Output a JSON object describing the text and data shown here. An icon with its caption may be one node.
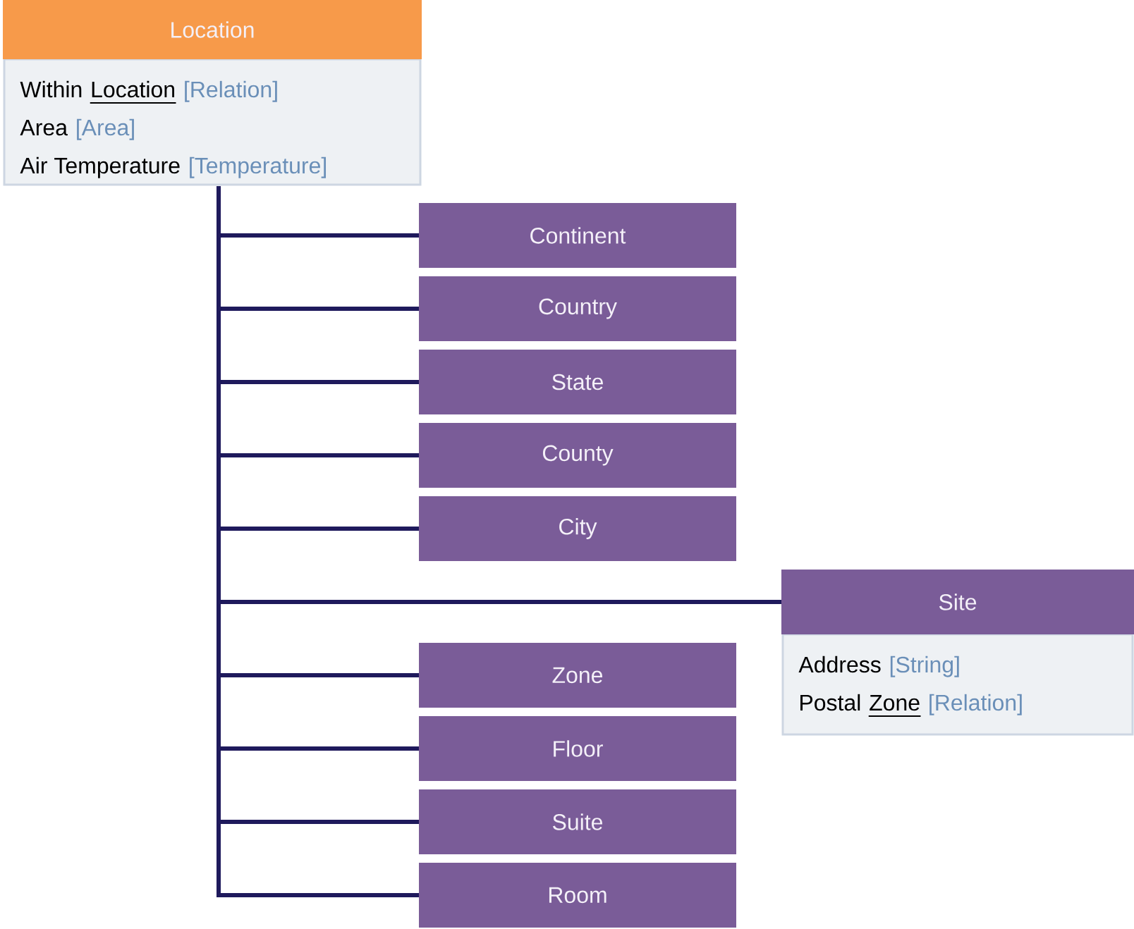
{
  "diagram": {
    "nodes": [
      {
        "text": [
          "Location",
          "Within",
          "Location",
          "[Relation]",
          "Area",
          "[Area]",
          "Air Temperature",
          "[Temperature]"
        ]
      },
      {
        "text": [
          "Continent"
        ]
      },
      {
        "text": [
          "Country"
        ]
      },
      {
        "text": [
          "State"
        ]
      },
      {
        "text": [
          "County"
        ]
      },
      {
        "text": [
          "City"
        ]
      },
      {
        "text": [
          "Site",
          "Address",
          "[String]",
          "Postal",
          "Zone",
          "[Relation]"
        ]
      },
      {
        "text": [
          "Zone"
        ]
      },
      {
        "text": [
          "Floor"
        ]
      },
      {
        "text": [
          "Suite"
        ]
      },
      {
        "text": [
          "Room"
        ]
      }
    ],
    "edges": [
      {
        "from": 0,
        "to": 1,
        "arrow": "none"
      },
      {
        "from": 0,
        "to": 2,
        "arrow": "none"
      },
      {
        "from": 0,
        "to": 3,
        "arrow": "none"
      },
      {
        "from": 0,
        "to": 4,
        "arrow": "none"
      },
      {
        "from": 0,
        "to": 5,
        "arrow": "none"
      },
      {
        "from": 0,
        "to": 6,
        "arrow": "none"
      },
      {
        "from": 0,
        "to": 7,
        "arrow": "none"
      },
      {
        "from": 0,
        "to": 8,
        "arrow": "none"
      },
      {
        "from": 0,
        "to": 9,
        "arrow": "none"
      },
      {
        "from": 0,
        "to": 10,
        "arrow": "none"
      }
    ]
  }
}
